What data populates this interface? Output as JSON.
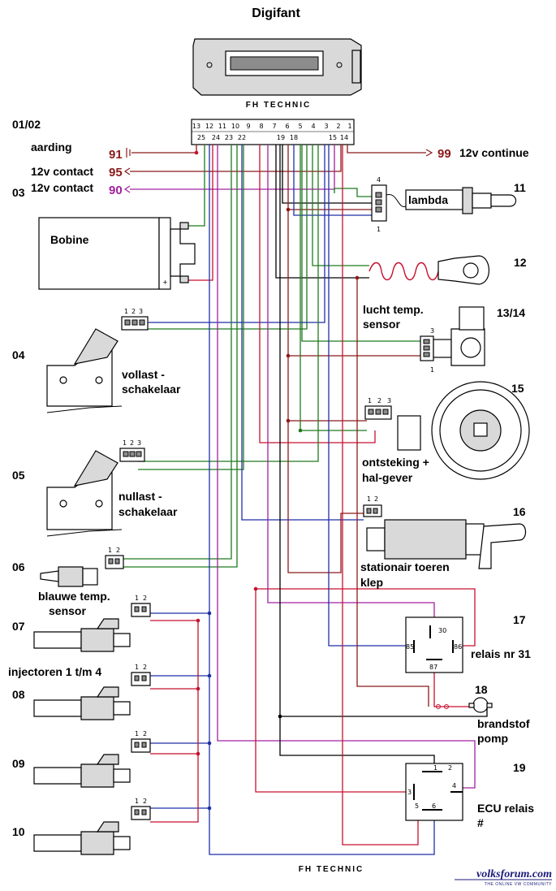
{
  "title": "Digifant",
  "brand_top": "FH TECHNIC",
  "brand_bottom": "FH TECHNIC",
  "watermark": {
    "main": "volksforum.com",
    "sub": "THE ONLINE VW COMMUNITY"
  },
  "ecu_pins_top": [
    "13",
    "12",
    "11",
    "10",
    "9",
    "8",
    "7",
    "6",
    "5",
    "4",
    "3",
    "2",
    "1"
  ],
  "ecu_pins_bottom": [
    "25",
    "24",
    "23",
    "22",
    "19",
    "18",
    "15",
    "14"
  ],
  "terminals": {
    "t91": {
      "num": "91",
      "label": "aarding"
    },
    "t95": {
      "num": "95",
      "label": "12v contact"
    },
    "t90": {
      "num": "90",
      "label": "12v contact"
    },
    "t99": {
      "num": "99",
      "label": "12v continue"
    }
  },
  "numbers": {
    "n0102": "01/02",
    "n03": "03",
    "n04": "04",
    "n05": "05",
    "n06": "06",
    "n07": "07",
    "n08": "08",
    "n09": "09",
    "n10": "10",
    "n11": "11",
    "n12": "12",
    "n1314": "13/14",
    "n15": "15",
    "n16": "16",
    "n17": "17",
    "n18": "18",
    "n19": "19"
  },
  "labels": {
    "bobine": "Bobine",
    "lambda": "lambda",
    "lucht_1": "lucht temp.",
    "lucht_2": "sensor",
    "vollast_1": "vollast -",
    "vollast_2": "schakelaar",
    "nullast_1": "nullast -",
    "nullast_2": "schakelaar",
    "ontsteking_1": "ontsteking +",
    "ontsteking_2": "hal-gever",
    "stationair_1": "stationair toeren",
    "stationair_2": "klep",
    "blauwe_1": "blauwe temp.",
    "blauwe_2": "sensor",
    "injectoren": "injectoren 1 t/m 4",
    "relais31": "relais nr 31",
    "brandstof_1": "brandstof",
    "brandstof_2": "pomp",
    "ecu_relais_1": "ECU relais",
    "ecu_relais_2": "#"
  },
  "connector_pins": {
    "p123": [
      "1",
      "2",
      "3"
    ],
    "p12": [
      "1",
      "2"
    ],
    "lambda_pins": [
      "4",
      "1"
    ],
    "lucht_pins": [
      "3",
      "1"
    ]
  },
  "relay31_pins": [
    "30",
    "85",
    "86",
    "87"
  ],
  "relay19_pins": [
    "1",
    "2",
    "3",
    "4",
    "5",
    "6"
  ],
  "colors": {
    "red": "#c8102e",
    "darkred": "#8b1a1a",
    "green": "#1e7a1e",
    "blue": "#1f2fa8",
    "purple": "#a020a0",
    "black": "#000000"
  }
}
